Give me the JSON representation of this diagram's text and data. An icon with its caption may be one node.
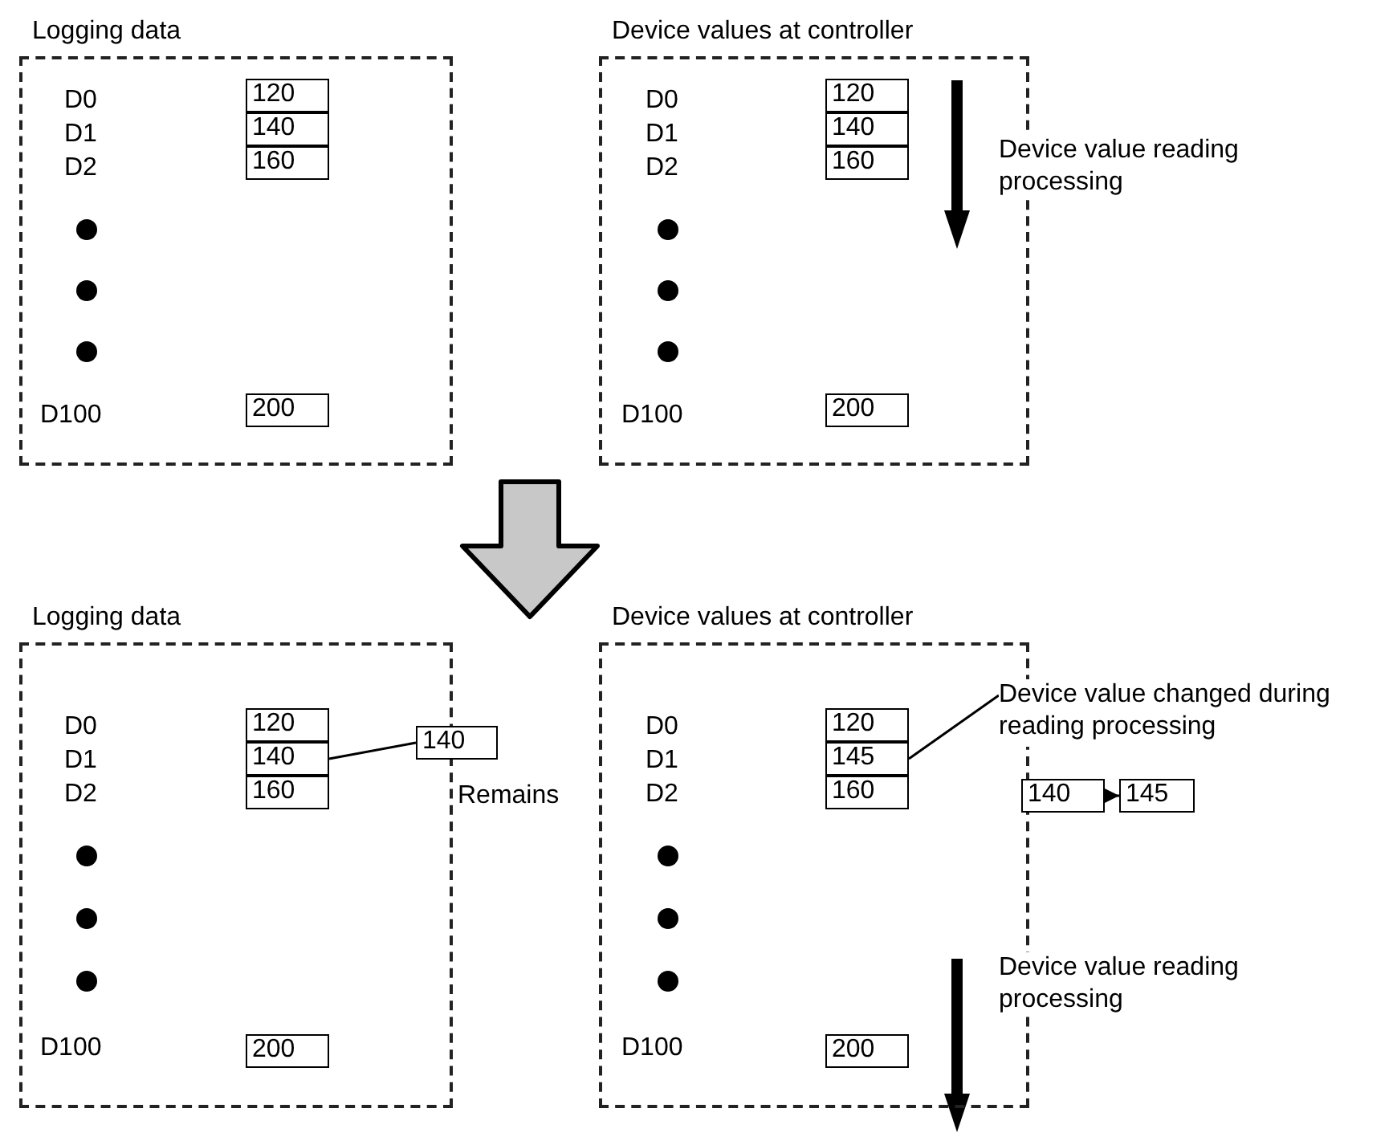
{
  "diagram": {
    "nodes": [
      {
        "text": [
          "Logging data"
        ]
      },
      {
        "text": [
          "120"
        ],
        "in": 0
      },
      {
        "text": [
          "140"
        ],
        "in": 0
      },
      {
        "text": [
          "160"
        ],
        "in": 0
      },
      {
        "text": [
          "200"
        ],
        "in": 0
      },
      {
        "text": [
          "Device values at controller"
        ]
      },
      {
        "text": [
          "120"
        ],
        "in": 5
      },
      {
        "text": [
          "140"
        ],
        "in": 5
      },
      {
        "text": [
          "160"
        ],
        "in": 5
      },
      {
        "text": [
          "200"
        ],
        "in": 5
      },
      {
        "text": [
          "Logging data"
        ]
      },
      {
        "text": [
          "120"
        ],
        "in": 10
      },
      {
        "text": [
          "140"
        ],
        "in": 10
      },
      {
        "text": [
          "160"
        ],
        "in": 10
      },
      {
        "text": [
          "200"
        ],
        "in": 10
      },
      {
        "text": [
          "140"
        ]
      },
      {
        "text": [
          "Device values at controller"
        ]
      },
      {
        "text": [
          "120"
        ],
        "in": 16
      },
      {
        "text": [
          "145"
        ],
        "in": 16
      },
      {
        "text": [
          "160"
        ],
        "in": 16
      },
      {
        "text": [
          "200"
        ],
        "in": 16
      },
      {
        "text": [
          "Device value changed during reading processing"
        ]
      },
      {
        "text": [
          "140"
        ]
      },
      {
        "text": [
          "145"
        ]
      }
    ],
    "edges": [
      {
        "from": 12,
        "to": 15,
        "arrow": "none"
      },
      {
        "from": 18,
        "to": 21,
        "arrow": "none"
      },
      {
        "from": 22,
        "to": 23,
        "arrow": "to"
      }
    ],
    "labels": [
      "D0",
      "D1",
      "D2",
      "D100",
      "D0",
      "D1",
      "D2",
      "D100",
      "Device value reading processing",
      "D0",
      "D1",
      "D2",
      "D100",
      "Remains",
      "D0",
      "D1",
      "D2",
      "D100",
      "Device value reading processing"
    ]
  }
}
